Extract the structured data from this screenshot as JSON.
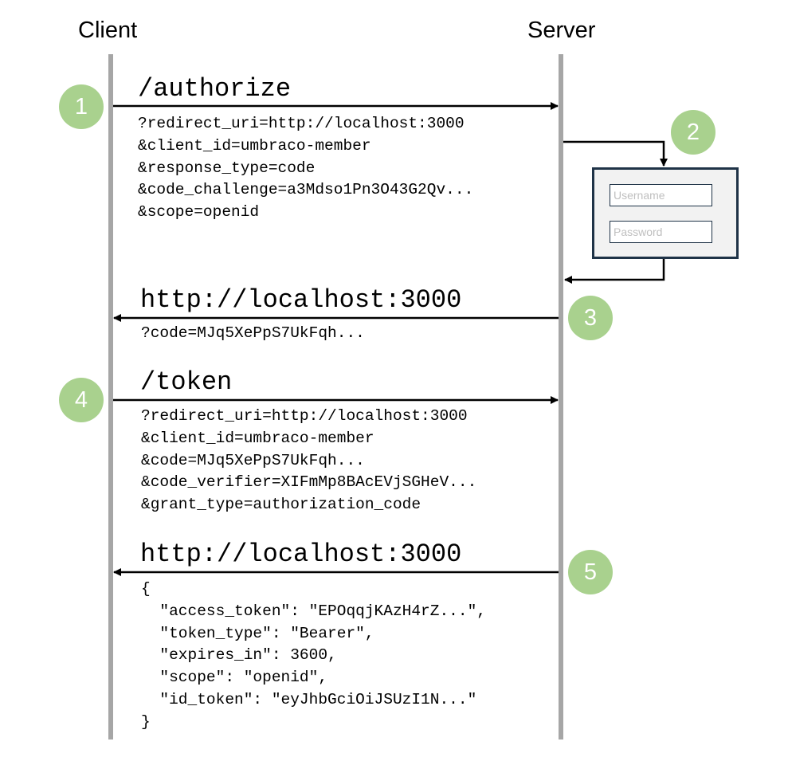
{
  "actors": {
    "client": "Client",
    "server": "Server"
  },
  "steps": [
    {
      "number": "1",
      "endpoint": "/authorize",
      "params": [
        "?redirect_uri=http://localhost:3000",
        "&client_id=umbraco-member",
        "&response_type=code",
        "&code_challenge=a3Mdso1Pn3O43G2Qv...",
        "&scope=openid"
      ]
    },
    {
      "number": "2"
    },
    {
      "number": "3",
      "endpoint": "http://localhost:3000",
      "params": [
        "?code=MJq5XePpS7UkFqh..."
      ]
    },
    {
      "number": "4",
      "endpoint": "/token",
      "params": [
        "?redirect_uri=http://localhost:3000",
        "&client_id=umbraco-member",
        "&code=MJq5XePpS7UkFqh...",
        "&code_verifier=XIFmMp8BAcEVjSGHeV...",
        "&grant_type=authorization_code"
      ]
    },
    {
      "number": "5",
      "endpoint": "http://localhost:3000",
      "params": [
        "{",
        "  \"access_token\": \"EPOqqjKAzH4rZ...\",",
        "  \"token_type\": \"Bearer\",",
        "  \"expires_in\": 3600,",
        "  \"scope\": \"openid\",",
        "  \"id_token\": \"eyJhbGciOiJSUzI1N...\"",
        "}"
      ]
    }
  ],
  "login": {
    "username_placeholder": "Username",
    "password_placeholder": "Password"
  },
  "colors": {
    "lifeline": "#a6a6a6",
    "step_circle": "#a9d18e",
    "login_border": "#1f3347",
    "login_fill": "#f2f2f2"
  }
}
